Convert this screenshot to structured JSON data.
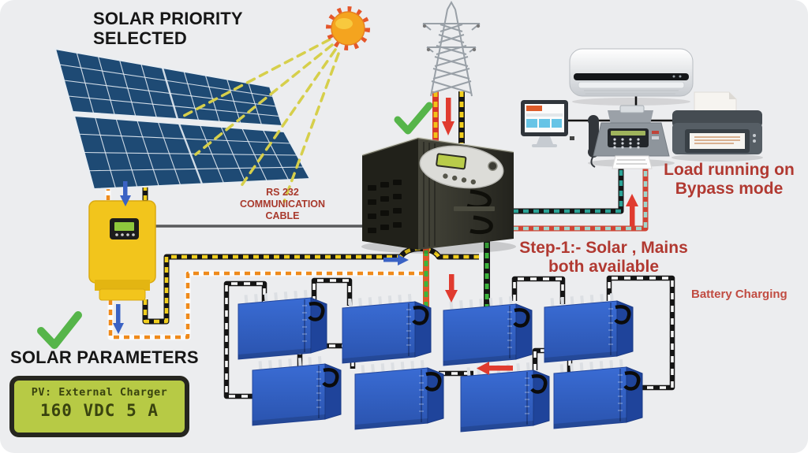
{
  "title": "SOLAR PRIORITY SELECTED",
  "annotations": {
    "rs232_cable": "RS 232\nCOMMUNICATION\nCABLE",
    "load_bypass": "Load running on\nBypass mode",
    "step_1": "Step-1:- Solar , Mains\nboth available",
    "battery_charging": "Battery Charging",
    "solar_parameters": "SOLAR PARAMETERS"
  },
  "lcd_display": {
    "line_1": "PV: External Charger",
    "line_2": "160 VDC 5 A"
  },
  "components": {
    "sun": "sun-icon",
    "solar_panel": "solar-panel-array (2 rows)",
    "charge_controller": "yellow-solar-charge-controller",
    "transmission_tower": "mains-transmission-tower",
    "inverter": "black-tower-inverter",
    "loads": [
      "computer-monitor",
      "air-conditioner",
      "fax-machine",
      "printer"
    ],
    "battery_bank": "8 blue batteries in series (2 rows of 4)",
    "status_checks": [
      "solar-available-check",
      "solar-parameters-check"
    ]
  },
  "colors": {
    "background": "#ecedef",
    "label_red": "#b13931",
    "label_dark": "#161616",
    "lcd_screen": "#b7ca45",
    "lcd_text": "#39430f",
    "battery_blue": "#2e5ec2",
    "controller_yellow": "#f2c51c",
    "inverter_body": "#2b2b22",
    "check_green": "#56b54a",
    "arrow_blue": "#3a62c4",
    "arrow_red": "#e03b2f",
    "cable_yellow": "#f2cf1e",
    "cable_orange": "#ef8a1a",
    "cable_red": "#d7382a",
    "cable_teal": "#2aa396",
    "cable_green": "#3cb53c",
    "cable_white": "#ffffff",
    "cable_black": "#151515"
  }
}
